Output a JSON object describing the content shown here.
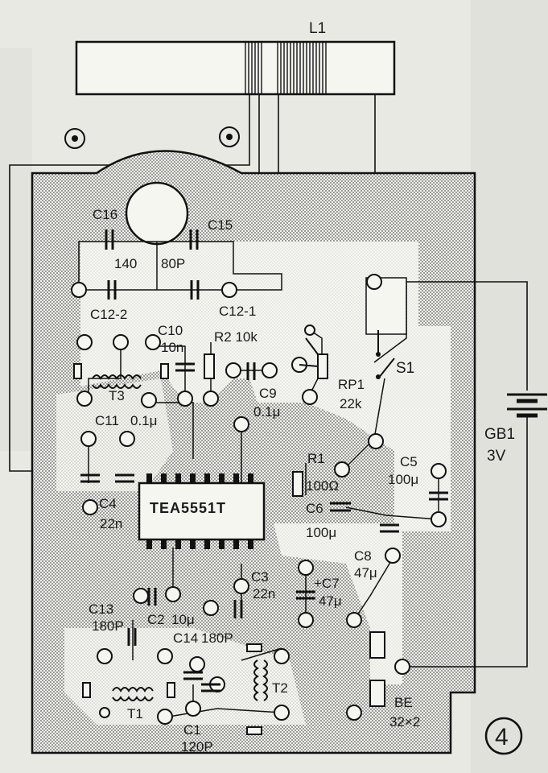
{
  "figure": {
    "number": "4"
  },
  "labels": {
    "l1": "L1",
    "c16": "C16",
    "c15": "C15",
    "c16_val": "140",
    "c15_val": "80P",
    "c12_2": "C12-2",
    "c12_1": "C12-1",
    "c10": "C10",
    "c10_val": "10n",
    "r2": "R2 10k",
    "c9": "C9",
    "c9_val": "0.1μ",
    "rp1": "RP1",
    "rp1_val": "22k",
    "s1": "S1",
    "t3": "T3",
    "c11": "C11",
    "c11_val": "0.1μ",
    "c4": "C4",
    "c4_val": "22n",
    "chip": "TEA5551T",
    "r1": "R1",
    "r1_val": "100Ω",
    "c5": "C5",
    "c5_val": "100μ",
    "c6": "C6",
    "c6_val": "100μ",
    "gb1": "GB1",
    "gb1_val": "3V",
    "c8": "C8",
    "c8_val": "47μ",
    "c3": "C3",
    "c3_val": "22n",
    "c7": "+C7",
    "c7_val": "47μ",
    "c13": "C13",
    "c13_val": "180P",
    "c2": "C2",
    "c2_val": "10μ",
    "c14": "C14",
    "c14_val": "180P",
    "t2": "T2",
    "t1": "T1",
    "c1": "C1",
    "c1_val": "120P",
    "be": "BE",
    "be_val": "32×2"
  }
}
